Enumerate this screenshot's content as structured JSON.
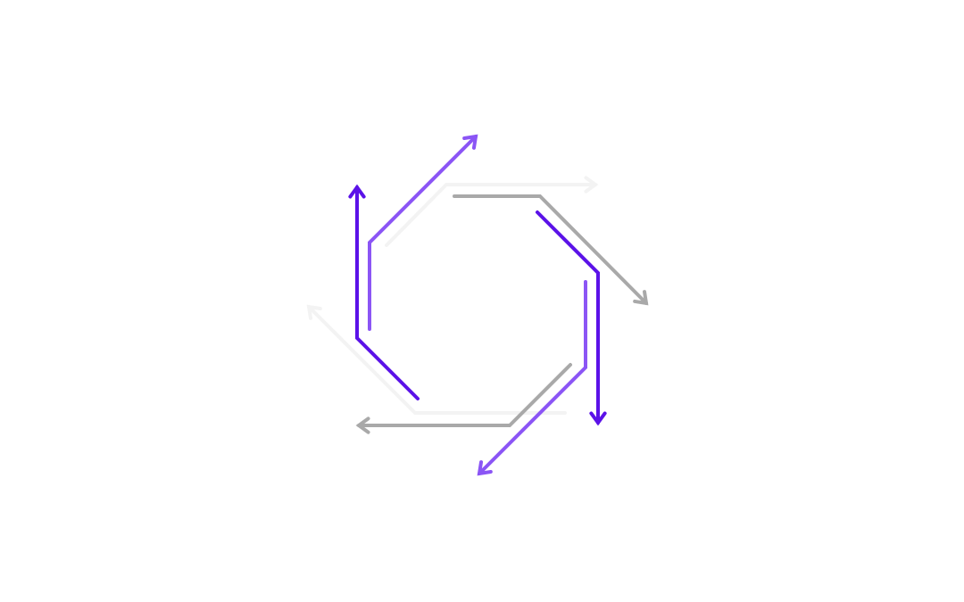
{
  "diagram": {
    "title": "",
    "type": "rotating-octagon-arrows",
    "palette": {
      "dark_purple": "#5b12e8",
      "medium_purple": "#8b55f5",
      "gray": "#a9a9a9",
      "light_gray": "#f3f3f3",
      "background": "#ffffff"
    },
    "arrows": [
      {
        "id": "arrow-1",
        "color_key": "dark_purple",
        "direction": "up"
      },
      {
        "id": "arrow-2",
        "color_key": "medium_purple",
        "direction": "up-right"
      },
      {
        "id": "arrow-3",
        "color_key": "light_gray",
        "direction": "right"
      },
      {
        "id": "arrow-4",
        "color_key": "gray",
        "direction": "down-right"
      },
      {
        "id": "arrow-5",
        "color_key": "dark_purple",
        "direction": "down"
      },
      {
        "id": "arrow-6",
        "color_key": "medium_purple",
        "direction": "down-left"
      },
      {
        "id": "arrow-7",
        "color_key": "gray",
        "direction": "left"
      },
      {
        "id": "arrow-8",
        "color_key": "light_gray",
        "direction": "up-left"
      }
    ]
  }
}
